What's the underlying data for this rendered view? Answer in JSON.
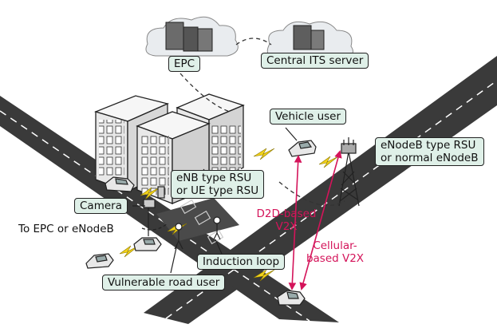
{
  "labels": {
    "epc": "EPC",
    "central_its": "Central ITS server",
    "vehicle_user": "Vehicle user",
    "enodeb_rsu": [
      "eNodeB type RSU",
      "or normal eNodeB"
    ],
    "enb_rsu": [
      "eNB type RSU",
      "or UE type RSU"
    ],
    "camera": "Camera",
    "to_epc": "To EPC or eNodeB",
    "d2d": [
      "D2D-based",
      "V2X"
    ],
    "cellular": [
      "Cellular-",
      "based V2X"
    ],
    "induction_loop": "Induction loop",
    "vulnerable_user": "Vulnerable road user"
  },
  "colors": {
    "label_fill": "#dff0e8",
    "link": "#d4145a",
    "road": "#3a3a3a",
    "building": "#eeeeee",
    "cloud": "#e9ecef",
    "signal": "#f2d21b"
  }
}
